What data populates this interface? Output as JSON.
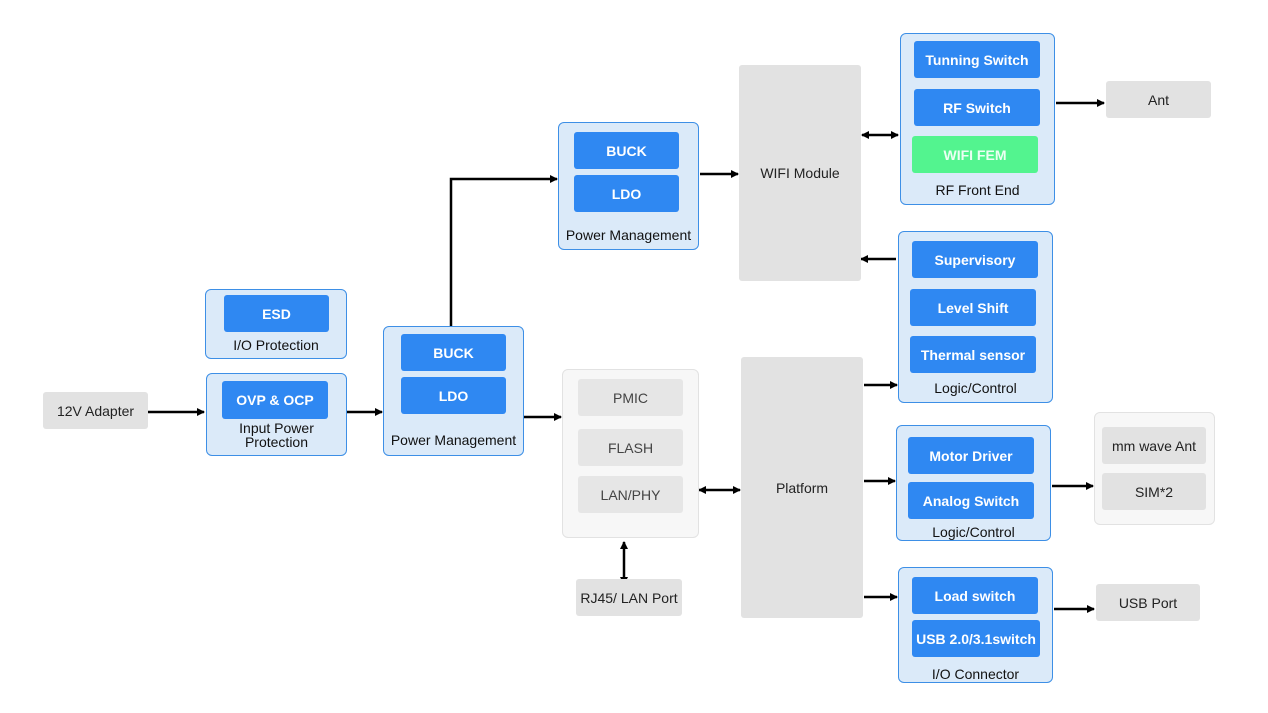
{
  "adapter": "12V Adapter",
  "io_protection": {
    "label": "I/O Protection",
    "esd": "ESD"
  },
  "input_protection": {
    "label": "Input Power\nProtection",
    "ovp": "OVP & OCP"
  },
  "power_main": {
    "label": "Power Management",
    "buck": "BUCK",
    "ldo": "LDO"
  },
  "power_wifi": {
    "label": "Power Management",
    "buck": "BUCK",
    "ldo": "LDO"
  },
  "memory": {
    "pmic": "PMIC",
    "flash": "FLASH",
    "lanphy": "LAN/PHY"
  },
  "rj45": "RJ45/ LAN Port",
  "wifi_module": "WIFI Module",
  "platform": "Platform",
  "rf_front_end": {
    "label": "RF Front End",
    "items": [
      "Tunning Switch",
      "RF Switch",
      "WIFI FEM"
    ]
  },
  "ant": "Ant",
  "logic1": {
    "label": "Logic/Control",
    "items": [
      "Supervisory",
      "Level Shift",
      "Thermal sensor"
    ]
  },
  "logic2": {
    "label": "Logic/Control",
    "items": [
      "Motor Driver",
      "Analog Switch"
    ]
  },
  "io_connector": {
    "label": "I/O Connector",
    "items": [
      "Load switch",
      "USB 2.0/3.1switch"
    ]
  },
  "mmwave": {
    "items": [
      "mm wave Ant",
      "SIM*2"
    ]
  },
  "usb_port": "USB Port",
  "colors": {
    "accent": "#2f88f2",
    "group_bg": "#dbeaf9",
    "group_border": "#3d8fe6",
    "fem": "#53f48f",
    "neutral": "#e2e2e2"
  }
}
